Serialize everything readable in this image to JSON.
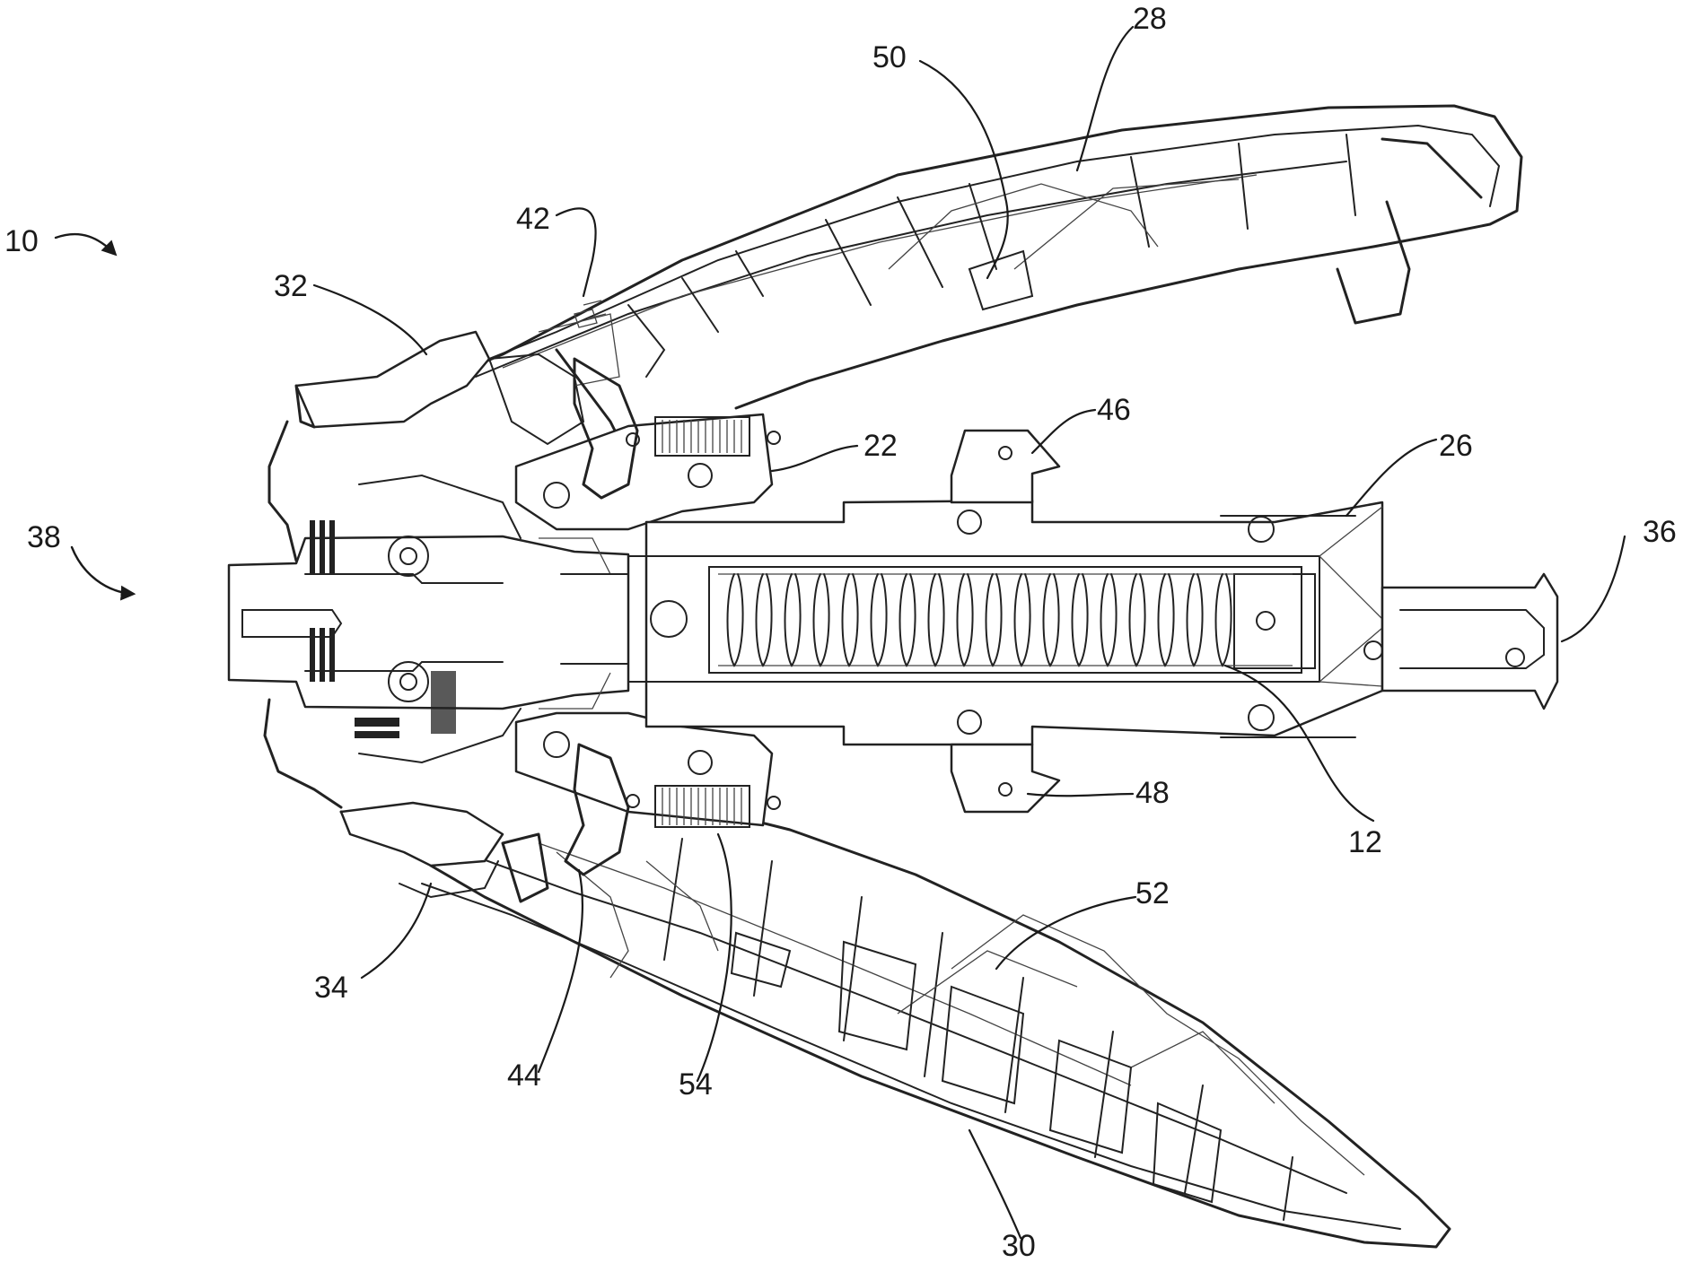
{
  "reference_numerals": {
    "n10": "10",
    "n12": "12",
    "n22": "22",
    "n26": "26",
    "n28": "28",
    "n30": "30",
    "n32": "32",
    "n34": "34",
    "n36": "36",
    "n38": "38",
    "n42": "42",
    "n44": "44",
    "n46": "46",
    "n48": "48",
    "n50": "50",
    "n52": "52",
    "n54": "54"
  }
}
